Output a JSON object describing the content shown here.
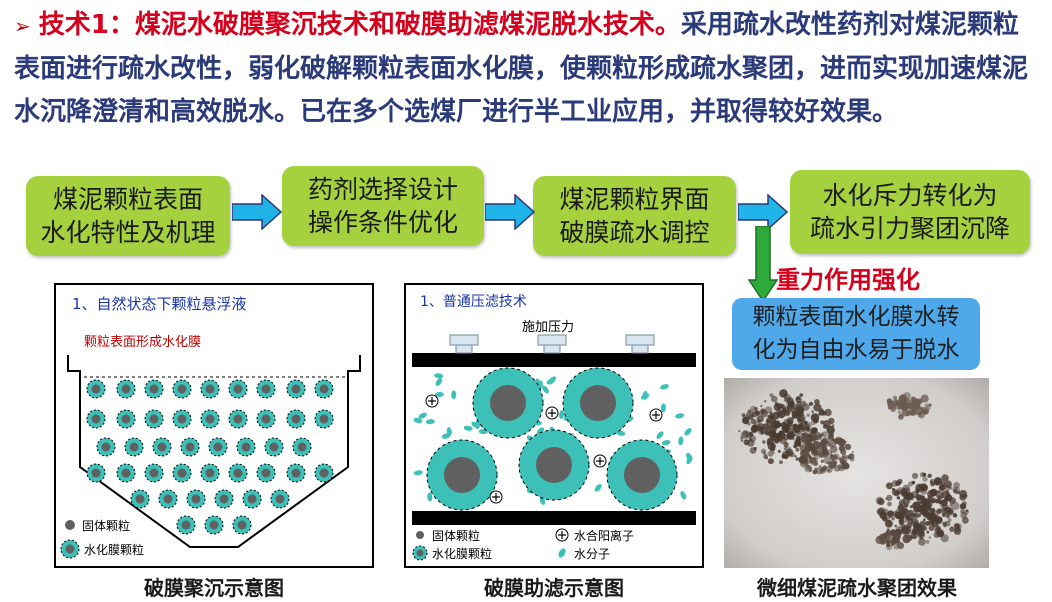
{
  "intro": {
    "bullet": "➢",
    "tech_heading": "技术1：煤泥水破膜聚沉技术和破膜助滤煤泥脱水技术。",
    "body": "采用疏水改性药剂对煤泥颗粒表面进行疏水改性，弱化破解颗粒表面水化膜，使颗粒形成疏水聚团，进而实现加速煤泥水沉降澄清和高效脱水。已在多个选煤厂进行半工业应用，并取得较好效果。"
  },
  "flow": [
    {
      "line1": "煤泥颗粒表面",
      "line2": "水化特性及机理"
    },
    {
      "line1": "药剂选择设计",
      "line2": "操作条件优化"
    },
    {
      "line1": "煤泥颗粒界面",
      "line2": "破膜疏水调控"
    },
    {
      "line1": "水化斥力转化为",
      "line2": "疏水引力聚团沉降"
    }
  ],
  "gravity_label": "重力作用强化",
  "result_box": {
    "line1": "颗粒表面水化膜水转",
    "line2": "化为自由水易于脱水"
  },
  "panel1": {
    "title": "1、自然状态下颗粒悬浮液",
    "subtitle": "颗粒表面形成水化膜",
    "legend_solid": "固体颗粒",
    "legend_hydrated": "水化膜颗粒"
  },
  "panel2": {
    "title": "1、普通压滤技术",
    "pressure_label": "施加压力",
    "legend_solid": "固体颗粒",
    "legend_hydrated": "水化膜颗粒",
    "legend_cation": "水合阳离子",
    "legend_water": "水分子"
  },
  "captions": {
    "panel1": "破膜聚沉示意图",
    "panel2": "破膜助滤示意图",
    "photo": "微细煤泥疏水聚团效果"
  },
  "colors": {
    "flow_box": "#a6d13f",
    "arrow": "#1fb3e8",
    "down_arrow": "#2eaa3a",
    "result_box": "#4ea8ea",
    "heading_red": "#d6001c",
    "body_blue": "#2b3a78",
    "particle_teal": "#3cc0b8",
    "particle_core": "#606060"
  }
}
